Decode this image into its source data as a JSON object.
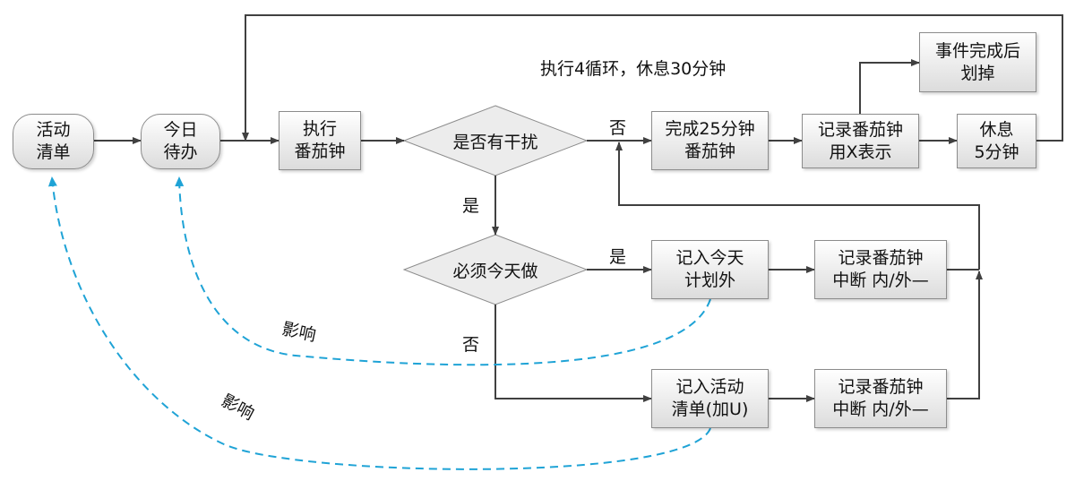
{
  "nodes": {
    "activity_list": {
      "line1": "活动",
      "line2": "清单"
    },
    "today_todo": {
      "line1": "今日",
      "line2": "待办"
    },
    "execute_tomato": {
      "line1": "执行",
      "line2": "番茄钟"
    },
    "interference_decision": {
      "text": "是否有干扰"
    },
    "complete_25": {
      "line1": "完成25分钟",
      "line2": "番茄钟"
    },
    "record_x": {
      "line1": "记录番茄钟",
      "line2": "用X表示"
    },
    "rest_5": {
      "line1": "休息",
      "line2": "5分钟"
    },
    "cross_out": {
      "line1": "事件完成后",
      "line2": "划掉"
    },
    "must_today_decision": {
      "text": "必须今天做"
    },
    "unplanned_today": {
      "line1": "记入今天",
      "line2": "计划外"
    },
    "record_interrupt_1": {
      "line1": "记录番茄钟",
      "line2": "中断 内/外—"
    },
    "add_activity_list": {
      "line1": "记入活动",
      "line2": "清单(加U)"
    },
    "record_interrupt_2": {
      "line1": "记录番茄钟",
      "line2": "中断 内/外—"
    }
  },
  "labels": {
    "loop_note": "执行4循环，休息30分钟",
    "no_1": "否",
    "yes_1": "是",
    "yes_2": "是",
    "no_2": "否",
    "influence_1": "影响",
    "influence_2": "影响"
  },
  "colors": {
    "solid_line": "#404040",
    "dashed_line": "#1fa3d6",
    "box_border": "#8c8c8c"
  }
}
